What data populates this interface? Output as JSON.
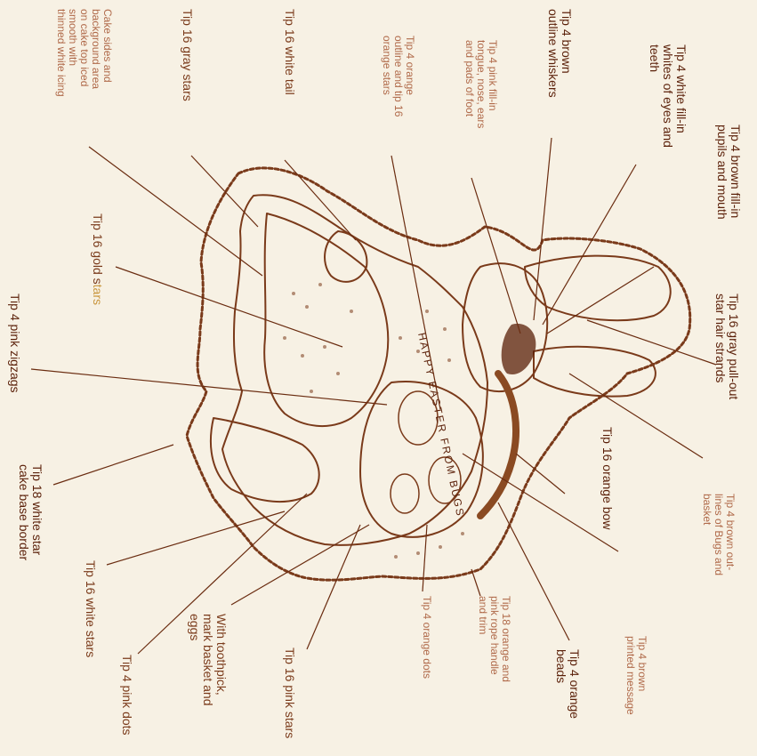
{
  "labels": {
    "gray_pullout": "Tip 16 gray pull-out\nstar hair strands",
    "brown_fillin": "Tip 4 brown fill-in\npupils and mouth",
    "white_fillin": "Tip 4 white fill-in\nwhites of eyes and\nteeth",
    "brown_whiskers": "Tip 4 brown\noutline whiskers",
    "pink_fillin": "Tip 4 pink fill-in\ntongue, nose, ears\nand pads of foot",
    "orange_outline": "Tip 4 orange\noutline and tip 16\norange stars",
    "white_tail": "Tip 16 white tail",
    "gray_stars": "Tip 16 gray stars",
    "cake_sides": "Cake sides and\nbackground area\non cake top iced\nsmooth with\nthinned white icing",
    "gold_stars_prefix": "Tip 16 gold s",
    "gold_stars_suffix": "tars",
    "pink_zigzags": "Tip 4 pink zigzags",
    "base_border": "Tip 18 white star\ncake base border",
    "white_stars": "Tip 16 white stars",
    "pink_dots": "Tip 4 pink dots",
    "toothpick": "With toothpick,\nmark basket and\neggs",
    "pink_stars": "Tip 16 pink stars",
    "orange_dots": "Tip 4 orange dots",
    "rope_handle": "Tip 18 orange and\npink rope handle\nand trim",
    "orange_beads": "Tip 4 orange\nbeads",
    "printed_message": "Tip 4 brown\nprinted message",
    "orange_bow": "Tip 16 orange bow",
    "brown_lines": "Tip 4 brown out-\nlines of Bugs and\nbasket"
  },
  "cake_message": "HAPPY EASTER FROM BUGS",
  "colors": {
    "ink": "#7a3a1a",
    "dark_ink": "#5a1f08",
    "background": "#f7f1e4"
  }
}
